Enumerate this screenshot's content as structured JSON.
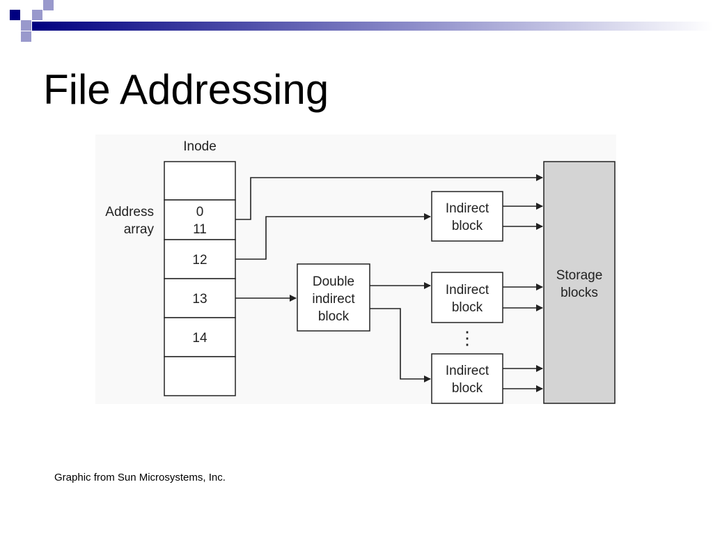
{
  "slide": {
    "title": "File Addressing",
    "caption": "Graphic from Sun Microsystems, Inc."
  },
  "colors": {
    "deco_dark": "#000080",
    "deco_light": "#9999cc",
    "figure_bg": "#f9f9f9",
    "storage_fill": "#d4d4d4",
    "stroke": "#222222"
  },
  "diagram": {
    "inode_label": "Inode",
    "address_array_label": [
      "Address",
      "array"
    ],
    "inode_slots": [
      "0",
      "11",
      "12",
      "13",
      "14"
    ],
    "double_indirect_label": [
      "Double",
      "indirect",
      "block"
    ],
    "indirect_block_label": [
      "Indirect",
      "block"
    ],
    "storage_label": [
      "Storage",
      "blocks"
    ],
    "ellipsis": "⋮"
  }
}
